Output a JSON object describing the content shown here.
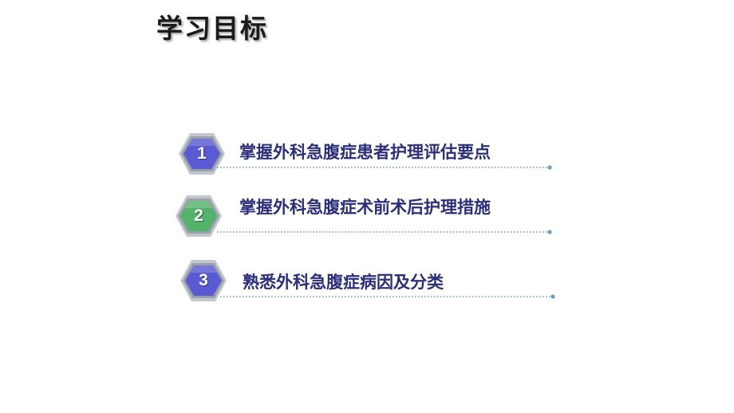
{
  "title": "学习目标",
  "goals": [
    {
      "number": "1",
      "text": "掌握外科急腹症患者护理评估要点",
      "color": "#5a5ad2"
    },
    {
      "number": "2",
      "text": "掌握外科急腹症术前术后护理措施",
      "color": "#55b26a"
    },
    {
      "number": "3",
      "text": "熟悉外科急腹症病因及分类",
      "color": "#5a5ad2"
    }
  ],
  "colors": {
    "text": "#2b2e7a",
    "line": "#6a9fbf",
    "hex_frame": "#c3c8cf"
  }
}
